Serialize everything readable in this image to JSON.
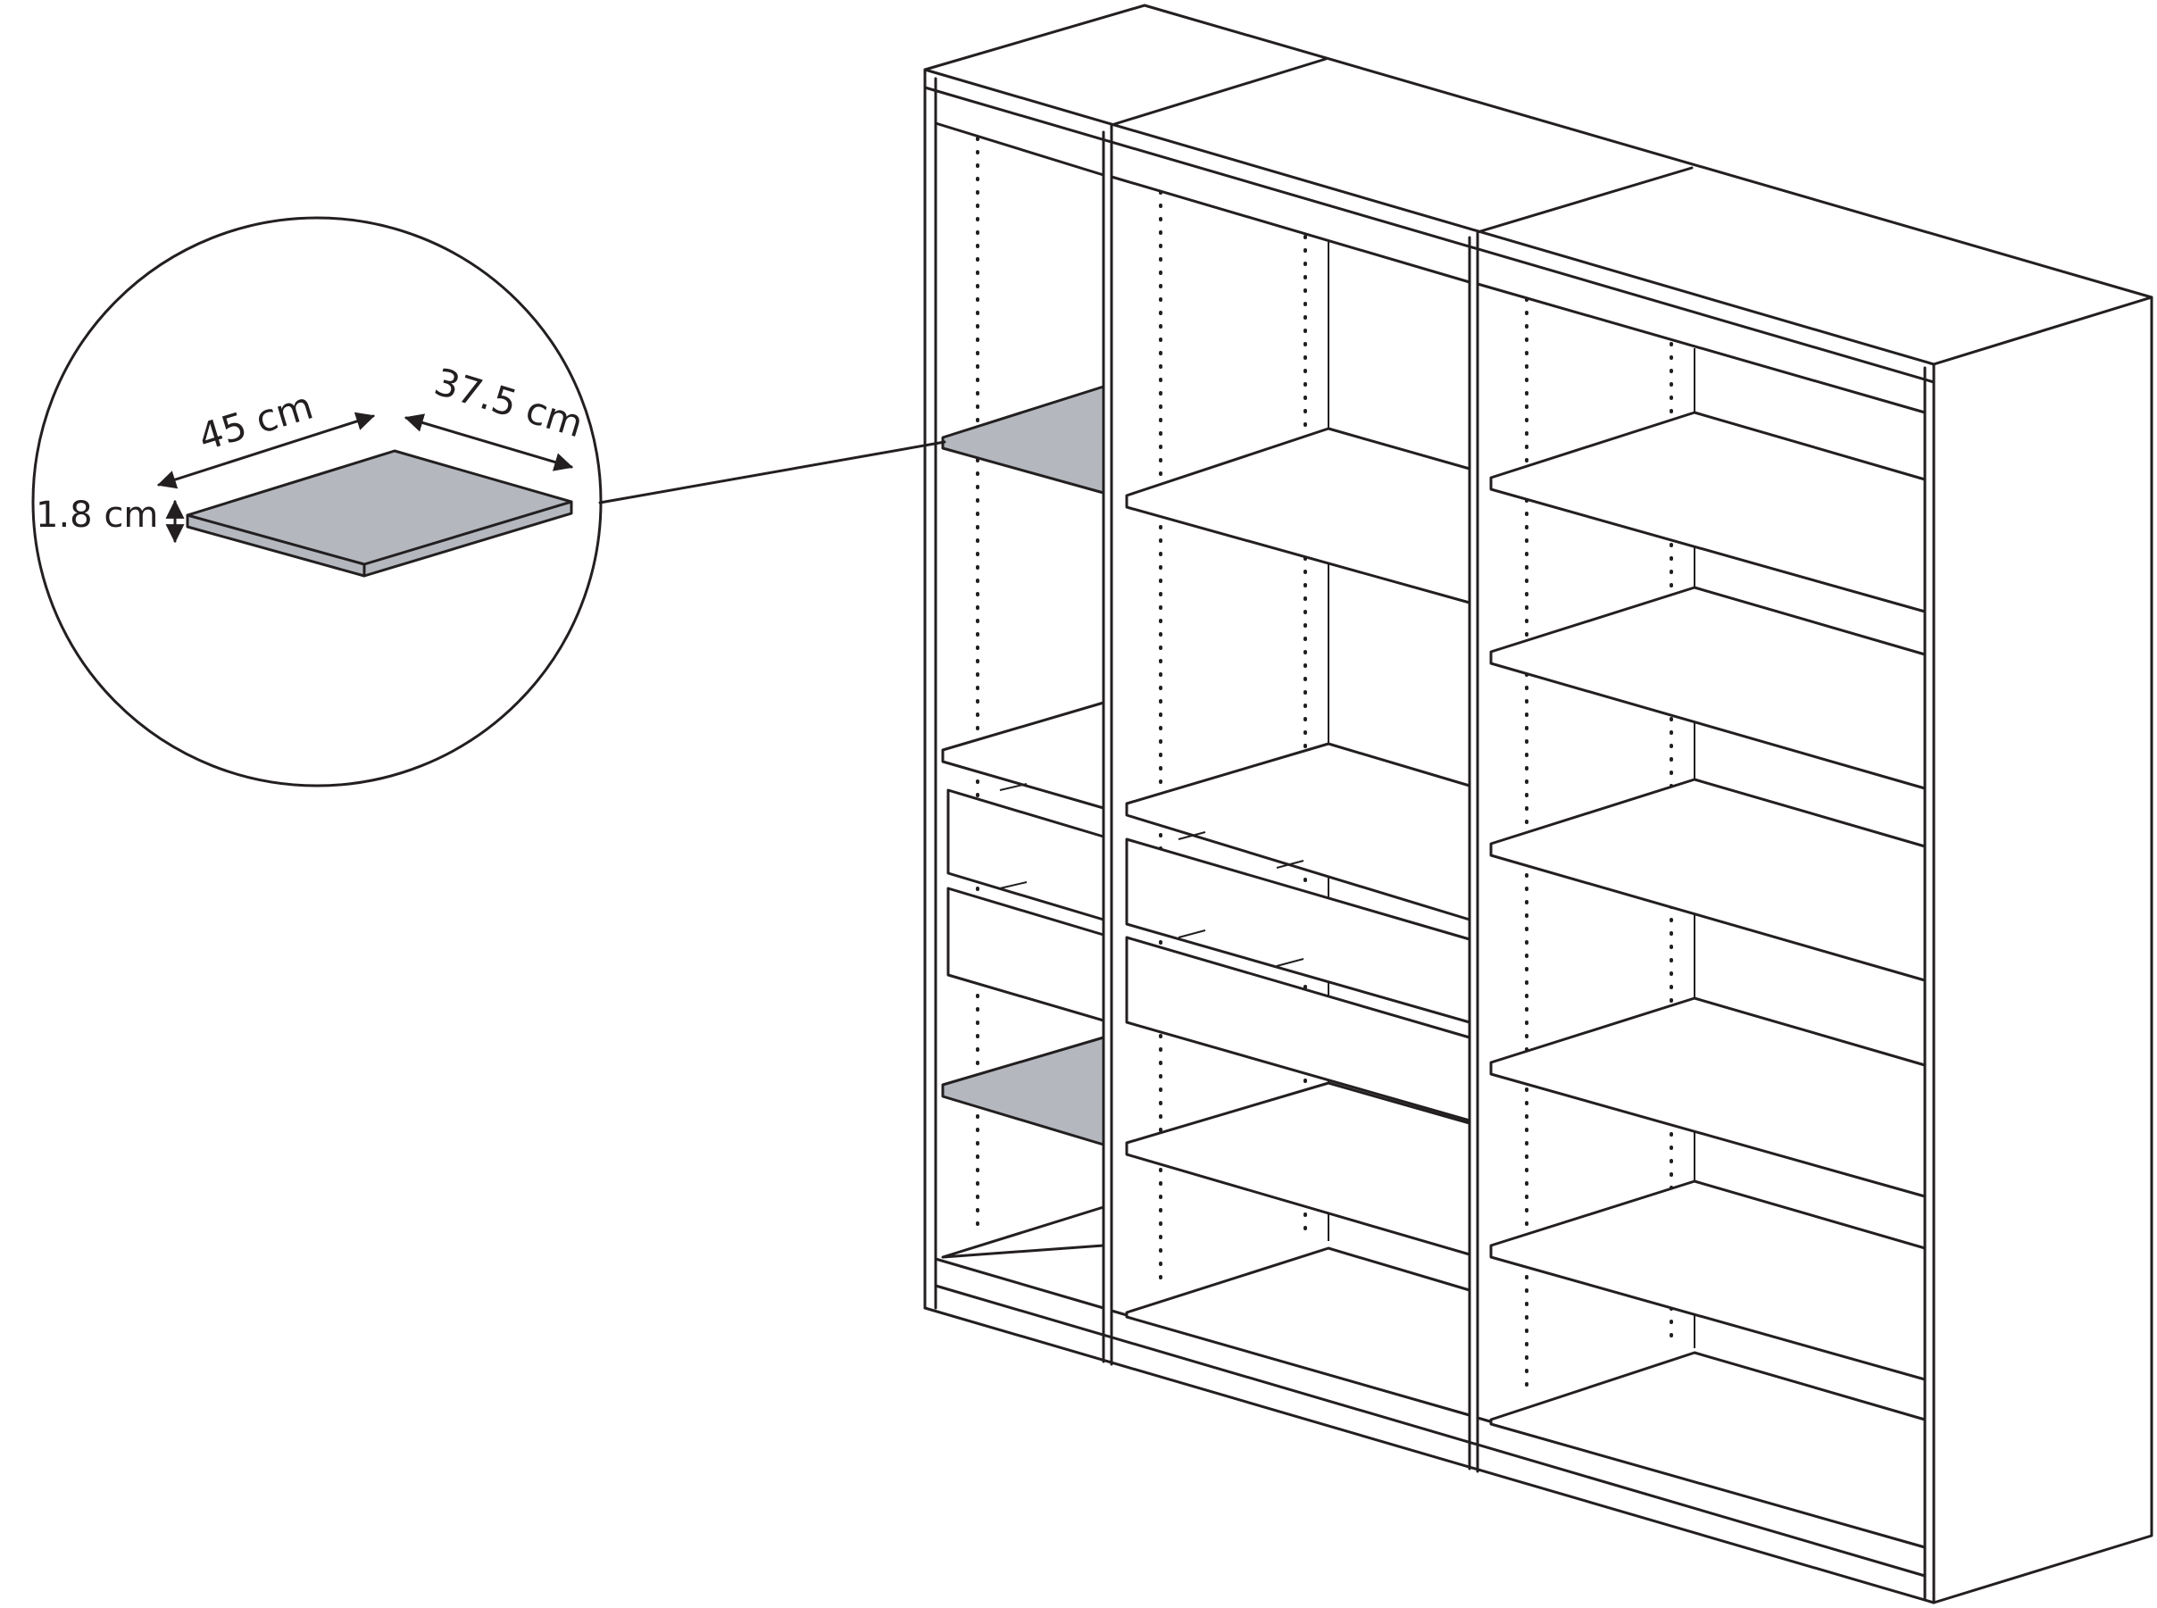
{
  "colors": {
    "line": "#231f20",
    "highlighted_shelf": "#b4b8be",
    "background": "#ffffff"
  },
  "callout": {
    "width_label": "45 cm",
    "depth_label": "37.5 cm",
    "thickness_label": "1.8 cm"
  }
}
